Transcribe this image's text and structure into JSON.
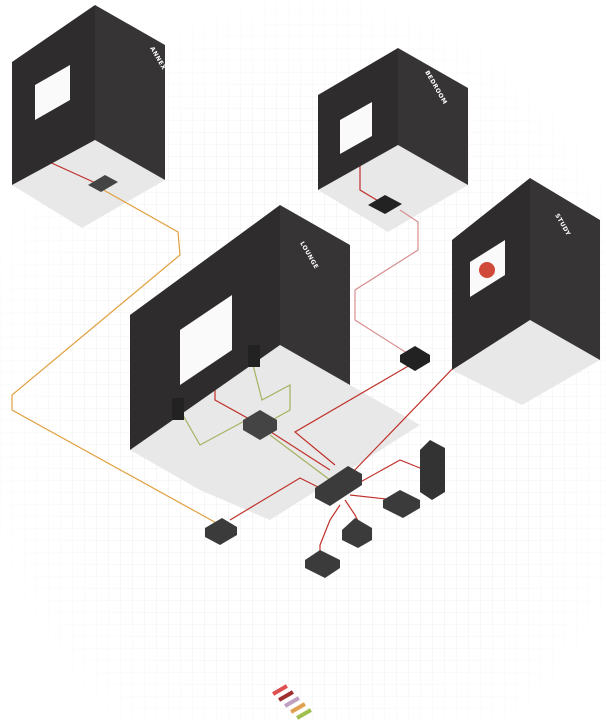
{
  "rooms": [
    {
      "id": "annex",
      "label": "ANNEX"
    },
    {
      "id": "bedroom",
      "label": "BEDROOM"
    },
    {
      "id": "lounge",
      "label": "LOUNGE"
    },
    {
      "id": "study",
      "label": "STUDY"
    }
  ],
  "colors": {
    "wall": "#2e2c2c",
    "wall_side": "#3a3838",
    "floor": "#e6e6e6",
    "cable_red": "#c0302a",
    "cable_orange": "#e0a040",
    "cable_green": "#a8b060",
    "cable_pink": "#d89090",
    "device": "#3b3b3b"
  },
  "legend_colors": [
    "#e05050",
    "#a03030",
    "#c0a0c0",
    "#e0a050",
    "#a0c050"
  ]
}
